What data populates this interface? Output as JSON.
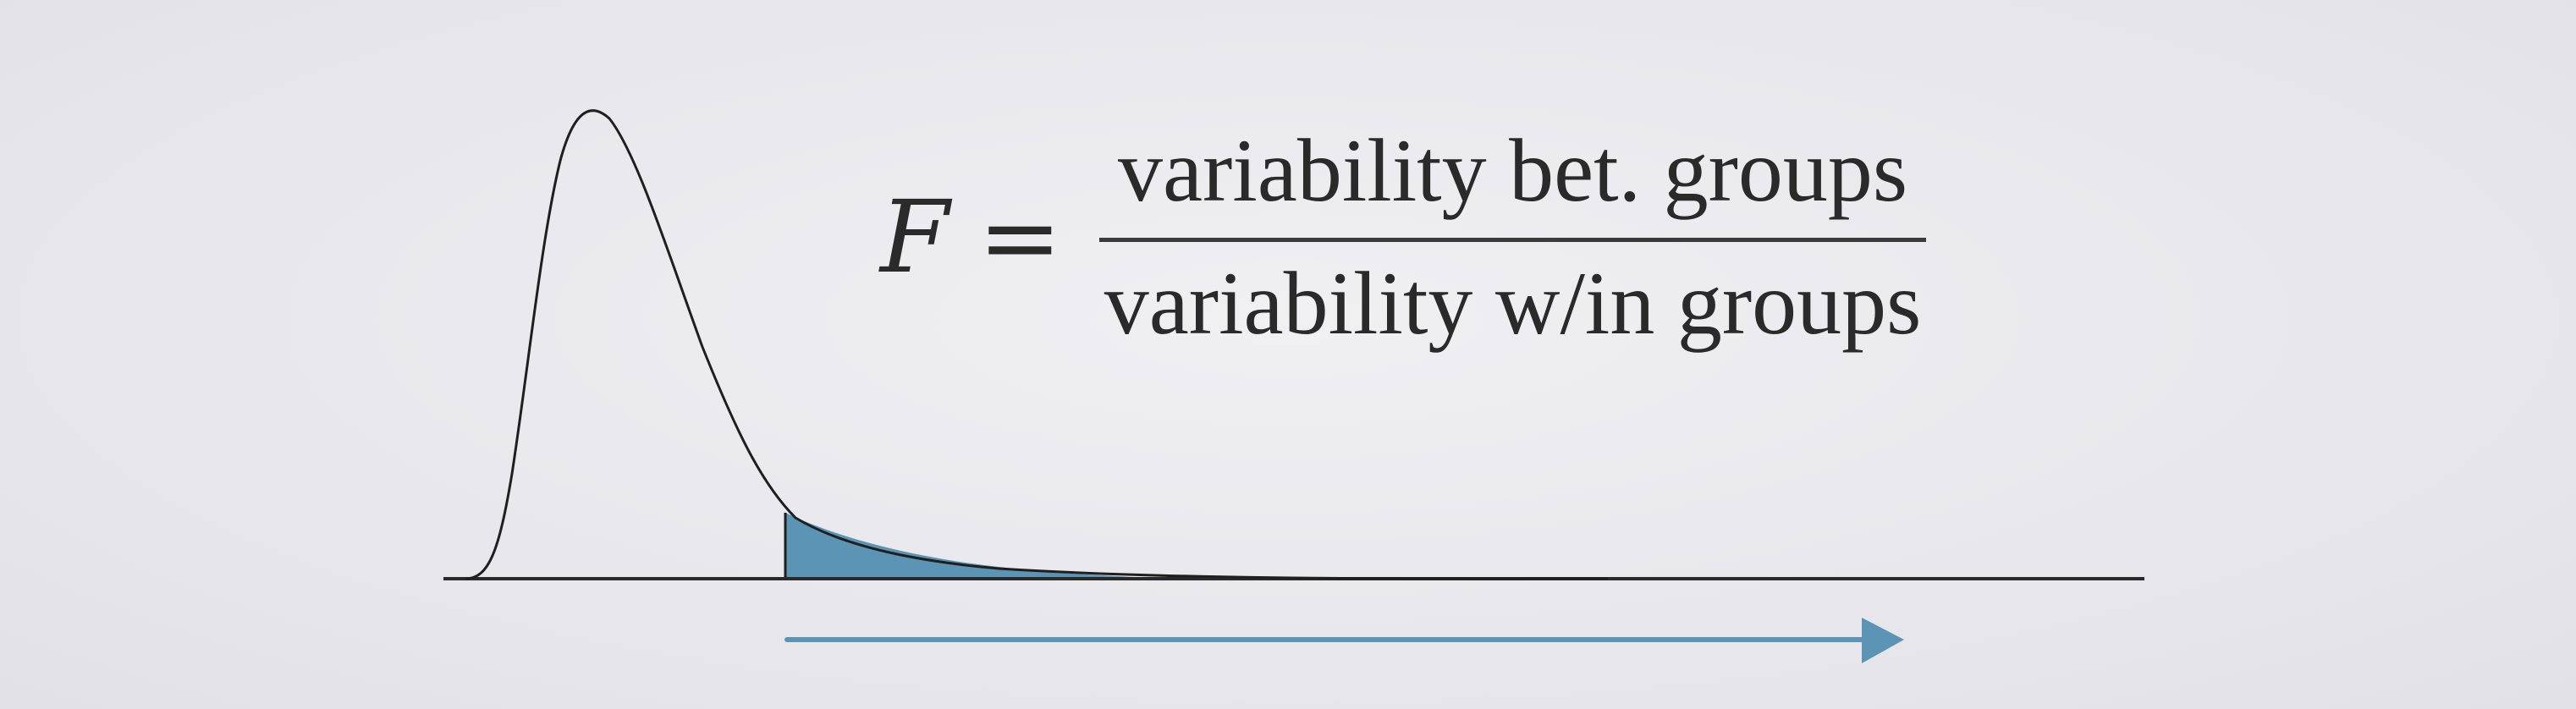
{
  "formula": {
    "symbol": "F",
    "equals": "=",
    "numerator": "variability bet. groups",
    "denominator": "variability w/in groups"
  },
  "diagram": {
    "curve_type": "right-skewed F distribution",
    "shaded_region": "right tail",
    "colors": {
      "curve": "#1f1f1f",
      "axis": "#2a2a2a",
      "shade": "#5b94b4",
      "arrow": "#5b94b4",
      "text": "#2a2a2a"
    }
  }
}
